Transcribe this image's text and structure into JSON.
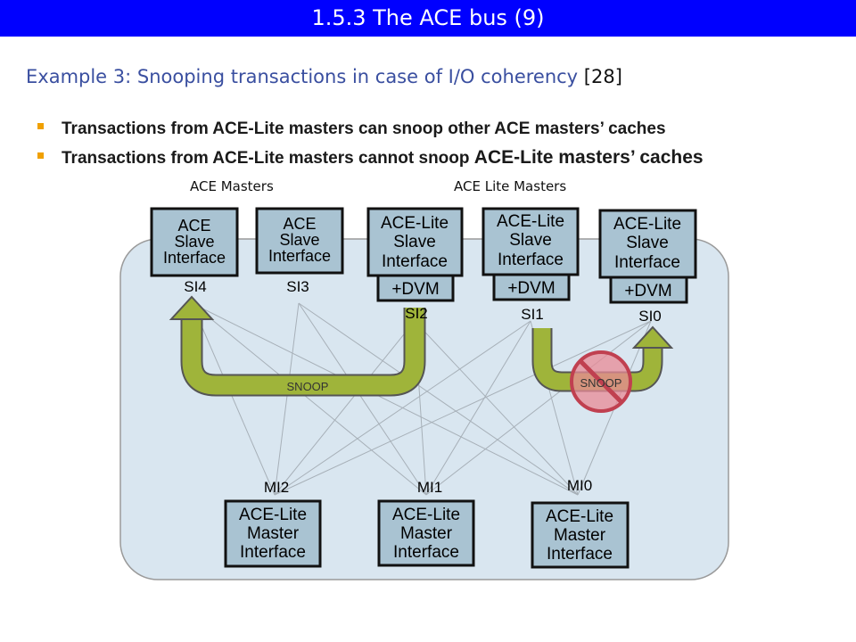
{
  "header": {
    "title": "1.5.3 The ACE bus (9)"
  },
  "subtitle": {
    "text": "Example 3: Snooping transactions in case of I/O coherency ",
    "ref": "[28]"
  },
  "bullets": [
    {
      "pre": "Transactions from ACE-Lite masters can snoop other ACE masters’ caches",
      "big": ""
    },
    {
      "pre": "Transactions from ACE-Lite masters cannot snoop ",
      "big": "ACE-Lite masters’ caches"
    }
  ],
  "groups": {
    "ace": "ACE Masters",
    "ace_lite": "ACE Lite Masters"
  },
  "slaves": [
    {
      "lines": [
        "ACE",
        "Slave",
        "Interface"
      ],
      "port": "SI4",
      "dvm": ""
    },
    {
      "lines": [
        "ACE",
        "Slave",
        "Interface"
      ],
      "port": "SI3",
      "dvm": ""
    },
    {
      "lines": [
        "ACE-Lite",
        "Slave",
        "Interface"
      ],
      "port": "SI2",
      "dvm": "+DVM"
    },
    {
      "lines": [
        "ACE-Lite",
        "Slave",
        "Interface"
      ],
      "port": "SI1",
      "dvm": "+DVM"
    },
    {
      "lines": [
        "ACE-Lite",
        "Slave",
        "Interface"
      ],
      "port": "SI0",
      "dvm": "+DVM"
    }
  ],
  "masters": [
    {
      "lines": [
        "ACE-Lite",
        "Master",
        "Interface"
      ],
      "port": "MI2"
    },
    {
      "lines": [
        "ACE-Lite",
        "Master",
        "Interface"
      ],
      "port": "MI1"
    },
    {
      "lines": [
        "ACE-Lite",
        "Master",
        "Interface"
      ],
      "port": "MI0"
    }
  ],
  "snoop": {
    "allowed": "SNOOP",
    "blocked": "SNOOP"
  },
  "colors": {
    "title_bg": "#0000ff",
    "interconnect": "#d9e6f0",
    "box_fill": "#a9c3d2",
    "arrow_green": "#9fb43a",
    "prohibit_red": "#e88a95",
    "subtitle_text": "#3a4fa0"
  }
}
